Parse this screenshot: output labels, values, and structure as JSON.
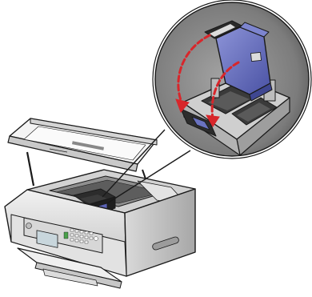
{
  "figure": {
    "subject": "printer-with-lid-open",
    "callout_subject": "cartridge-carrier-lid-closing",
    "arrow_count": 2
  },
  "colors": {
    "printer_body": "#e6e6e6",
    "printer_shadow": "#9a9a9a",
    "outline": "#1a1a1a",
    "callout_background": "#8a8a8a",
    "carrier_lid": "#6a72c0",
    "carrier_lid_dark": "#3f4791",
    "arrow": "#d8262b",
    "panel_screen": "#c8d6dc",
    "keypad_green": "#49a04a"
  }
}
